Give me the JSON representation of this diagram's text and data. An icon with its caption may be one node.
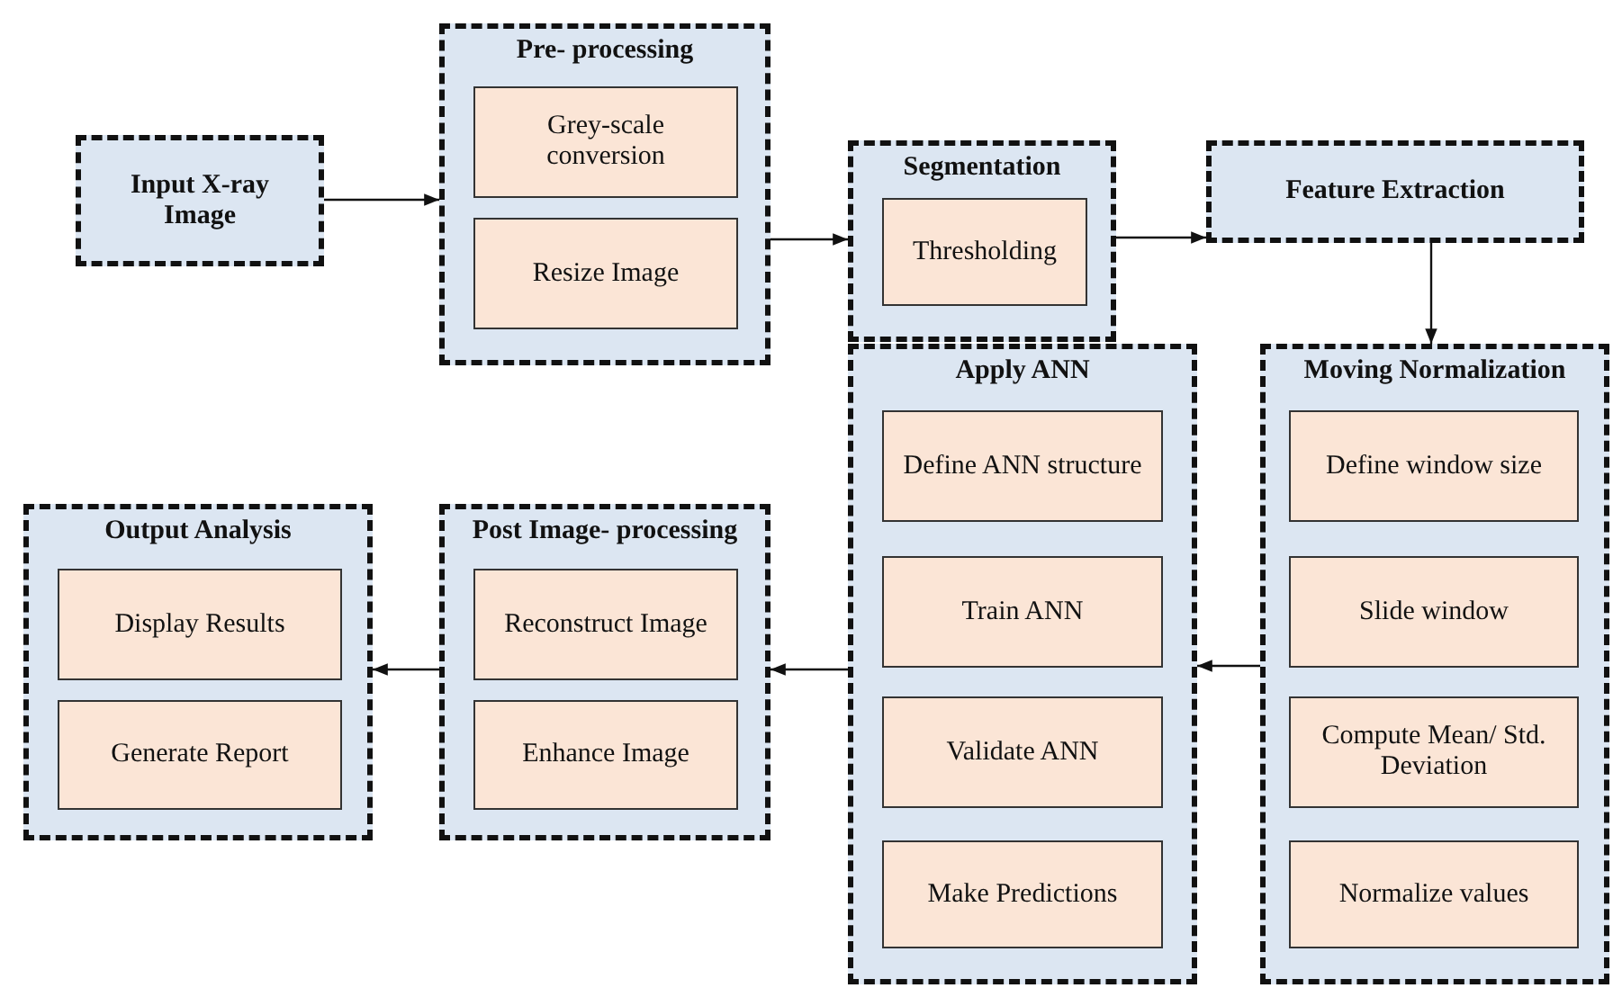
{
  "diagram": {
    "nodes": [
      {
        "text": [
          "Input X-ray Image"
        ]
      },
      {
        "text": [
          "Pre- processing"
        ]
      },
      {
        "text": [
          "Grey-scale conversion"
        ],
        "in": 1
      },
      {
        "text": [
          "Resize Image"
        ],
        "in": 1
      },
      {
        "text": [
          "Segmentation"
        ]
      },
      {
        "text": [
          "Thresholding"
        ],
        "in": 4
      },
      {
        "text": [
          "Feature Extraction"
        ]
      },
      {
        "text": [
          "Moving Normalization"
        ]
      },
      {
        "text": [
          "Define window size"
        ],
        "in": 7
      },
      {
        "text": [
          "Slide window"
        ],
        "in": 7
      },
      {
        "text": [
          "Compute Mean/ Std. Deviation"
        ],
        "in": 7
      },
      {
        "text": [
          "Normalize values"
        ],
        "in": 7
      },
      {
        "text": [
          "Apply ANN"
        ]
      },
      {
        "text": [
          "Define ANN structure"
        ],
        "in": 12
      },
      {
        "text": [
          "Train ANN"
        ],
        "in": 12
      },
      {
        "text": [
          "Validate ANN"
        ],
        "in": 12
      },
      {
        "text": [
          "Make Predictions"
        ],
        "in": 12
      },
      {
        "text": [
          "Post Image- processing"
        ]
      },
      {
        "text": [
          "Reconstruct Image"
        ],
        "in": 17
      },
      {
        "text": [
          "Enhance Image"
        ],
        "in": 17
      },
      {
        "text": [
          "Output Analysis"
        ]
      },
      {
        "text": [
          "Display Results"
        ],
        "in": 20
      },
      {
        "text": [
          "Generate Report"
        ],
        "in": 20
      }
    ],
    "edges": [
      {
        "from": 0,
        "to": 1,
        "arrow": "to"
      },
      {
        "from": 1,
        "to": 4,
        "arrow": "to"
      },
      {
        "from": 4,
        "to": 6,
        "arrow": "to"
      },
      {
        "from": 6,
        "to": 7,
        "arrow": "to"
      },
      {
        "from": 7,
        "to": 12,
        "arrow": "to"
      },
      {
        "from": 12,
        "to": 17,
        "arrow": "to"
      },
      {
        "from": 17,
        "to": 20,
        "arrow": "to"
      }
    ]
  }
}
